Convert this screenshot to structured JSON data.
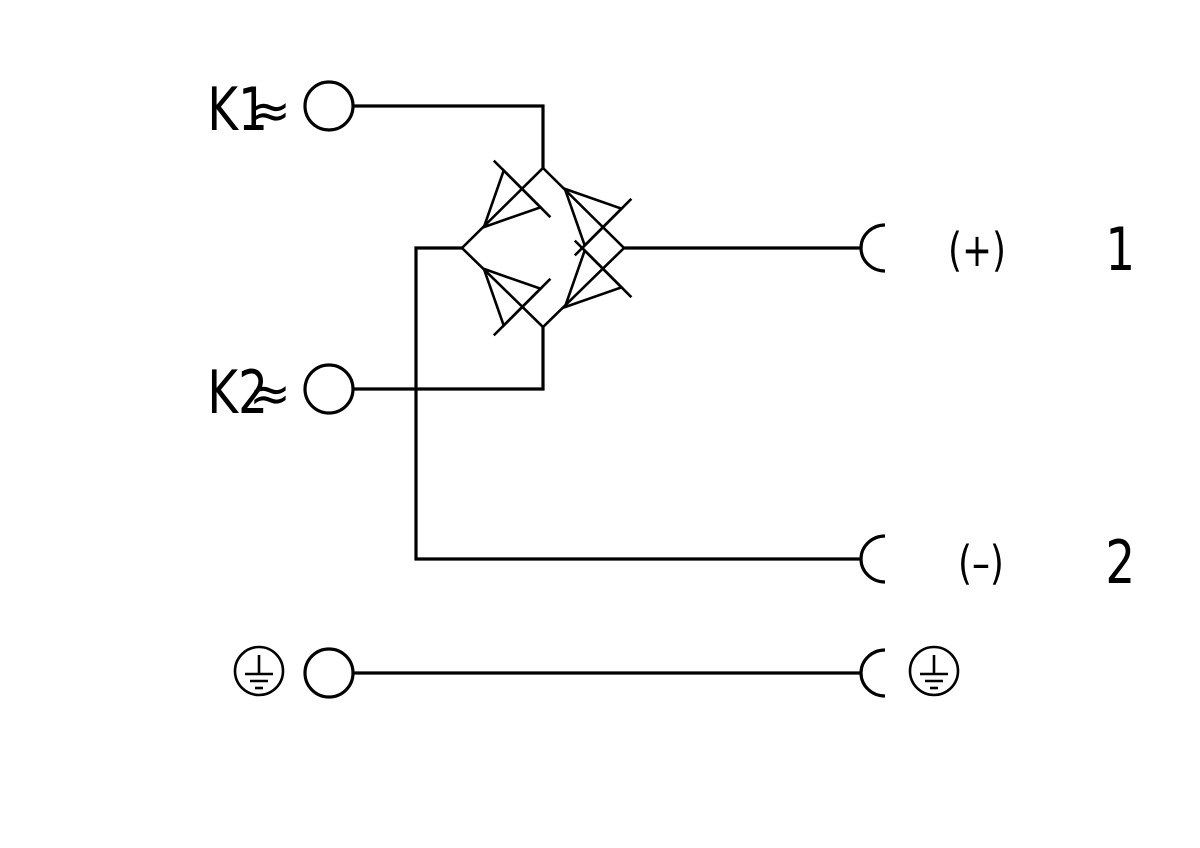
{
  "terminals": {
    "k1": {
      "name": "K1",
      "symbol": "≈"
    },
    "k2": {
      "name": "K2",
      "symbol": "≈"
    },
    "out1": {
      "number": "1",
      "polarity": "(+)"
    },
    "out2": {
      "number": "2",
      "polarity": "(–)"
    }
  },
  "icons": {
    "ground": "protective-earth-symbol",
    "diode": "diode-symbol"
  }
}
